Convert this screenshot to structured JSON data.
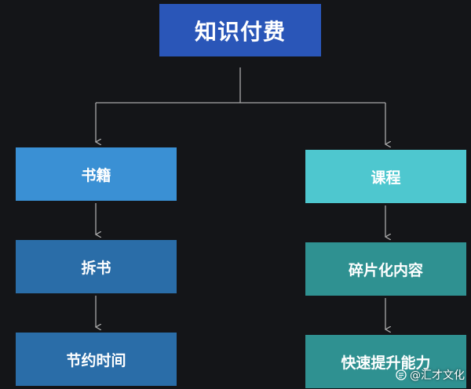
{
  "colors": {
    "background": "#141518",
    "root": "#2a56b8",
    "blue_light": "#3a90d4",
    "blue_dark": "#2a6da8",
    "teal_light": "#4ec7cf",
    "teal_dark": "#2f9191",
    "connector": "#a9a9a9"
  },
  "root": {
    "label": "知识付费"
  },
  "left_branch": {
    "items": [
      {
        "label": "书籍"
      },
      {
        "label": "拆书"
      },
      {
        "label": "节约时间"
      }
    ]
  },
  "right_branch": {
    "items": [
      {
        "label": "课程"
      },
      {
        "label": "碎片化内容"
      },
      {
        "label": "快速提升能力"
      }
    ]
  },
  "watermark": {
    "icon": "toutiao-logo-icon",
    "text": "@汇才文化"
  }
}
